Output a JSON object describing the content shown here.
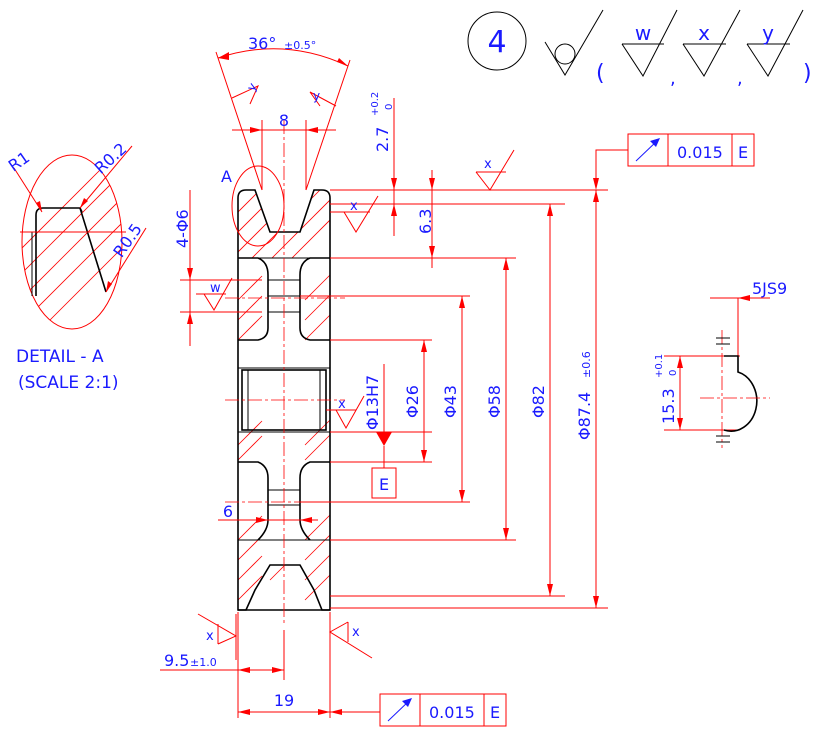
{
  "title_block": {
    "part_number": "4",
    "roughness_symbols": [
      "w",
      "x",
      "y"
    ],
    "separators": [
      "(",
      ",",
      ",",
      ")"
    ]
  },
  "detail": {
    "label": "DETAIL - A",
    "scale": "(SCALE 2:1)",
    "radius_1": "R1",
    "radius_2": "R0.2",
    "radius_3": "R0.5",
    "marker": "A"
  },
  "dimensions": {
    "groove_angle": "36°",
    "groove_angle_tol": "±0.5°",
    "groove_width": "8",
    "groove_depth": "2.7",
    "groove_depth_tol_upper": "+0.2",
    "groove_depth_tol_lower": "0",
    "groove_depth2": "6.3",
    "holes": "4-Φ6",
    "bore": "Φ13H7",
    "d26": "Φ26",
    "d43": "Φ43",
    "d58": "Φ58",
    "d82": "Φ82",
    "d87": "Φ87.4",
    "d87_tol": "±0.6",
    "web": "6",
    "offset": "9.5",
    "offset_tol": "±1.0",
    "width": "19",
    "keyway_width": "5JS9",
    "keyway_depth": "15.3",
    "keyway_tol_upper": "+0.1",
    "keyway_tol_lower": "0"
  },
  "tolerances": {
    "runout_top_value": "0.015",
    "runout_top_datum": "E",
    "runout_bottom_value": "0.015",
    "runout_bottom_datum": "E",
    "datum_label": "E"
  },
  "surface_marks": {
    "x": "x",
    "w": "w",
    "y": "y"
  }
}
